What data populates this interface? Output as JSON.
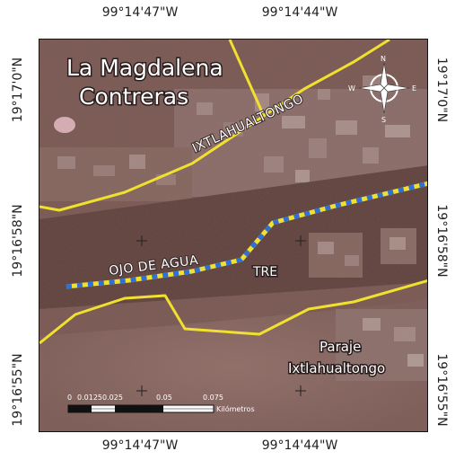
{
  "coordinates": {
    "top": [
      "99°14'47\"W",
      "99°14'44\"W"
    ],
    "bottom": [
      "99°14'47\"W",
      "99°14'44\"W"
    ],
    "left": [
      "19°17'0\"N",
      "19°16'58\"N",
      "19°16'55\"N"
    ],
    "right": [
      "19°17'0\"N",
      "19°16'58\"N",
      "19°16'55\"N"
    ]
  },
  "map": {
    "title_line1": "La Magdalena",
    "title_line2": "Contreras",
    "road_ixtlahualtongo": "IXTLAHUALTONGO",
    "road_ojo_de_agua": "OJO DE AGUA",
    "place_tre": "TRE",
    "place_paraje_line1": "Paraje",
    "place_paraje_line2": "Ixtlahualtongo"
  },
  "north_arrow": {
    "n": "N",
    "s": "S",
    "e": "E",
    "w": "W"
  },
  "scale_bar": {
    "ticks": [
      "0",
      "0.0125",
      "0.025",
      "0.05",
      "0.075"
    ],
    "unit": "Kilómetros"
  },
  "colors": {
    "road": "#f0e030",
    "route_dash": "#2f6fd8",
    "imagery_base": "#7d5a55"
  }
}
